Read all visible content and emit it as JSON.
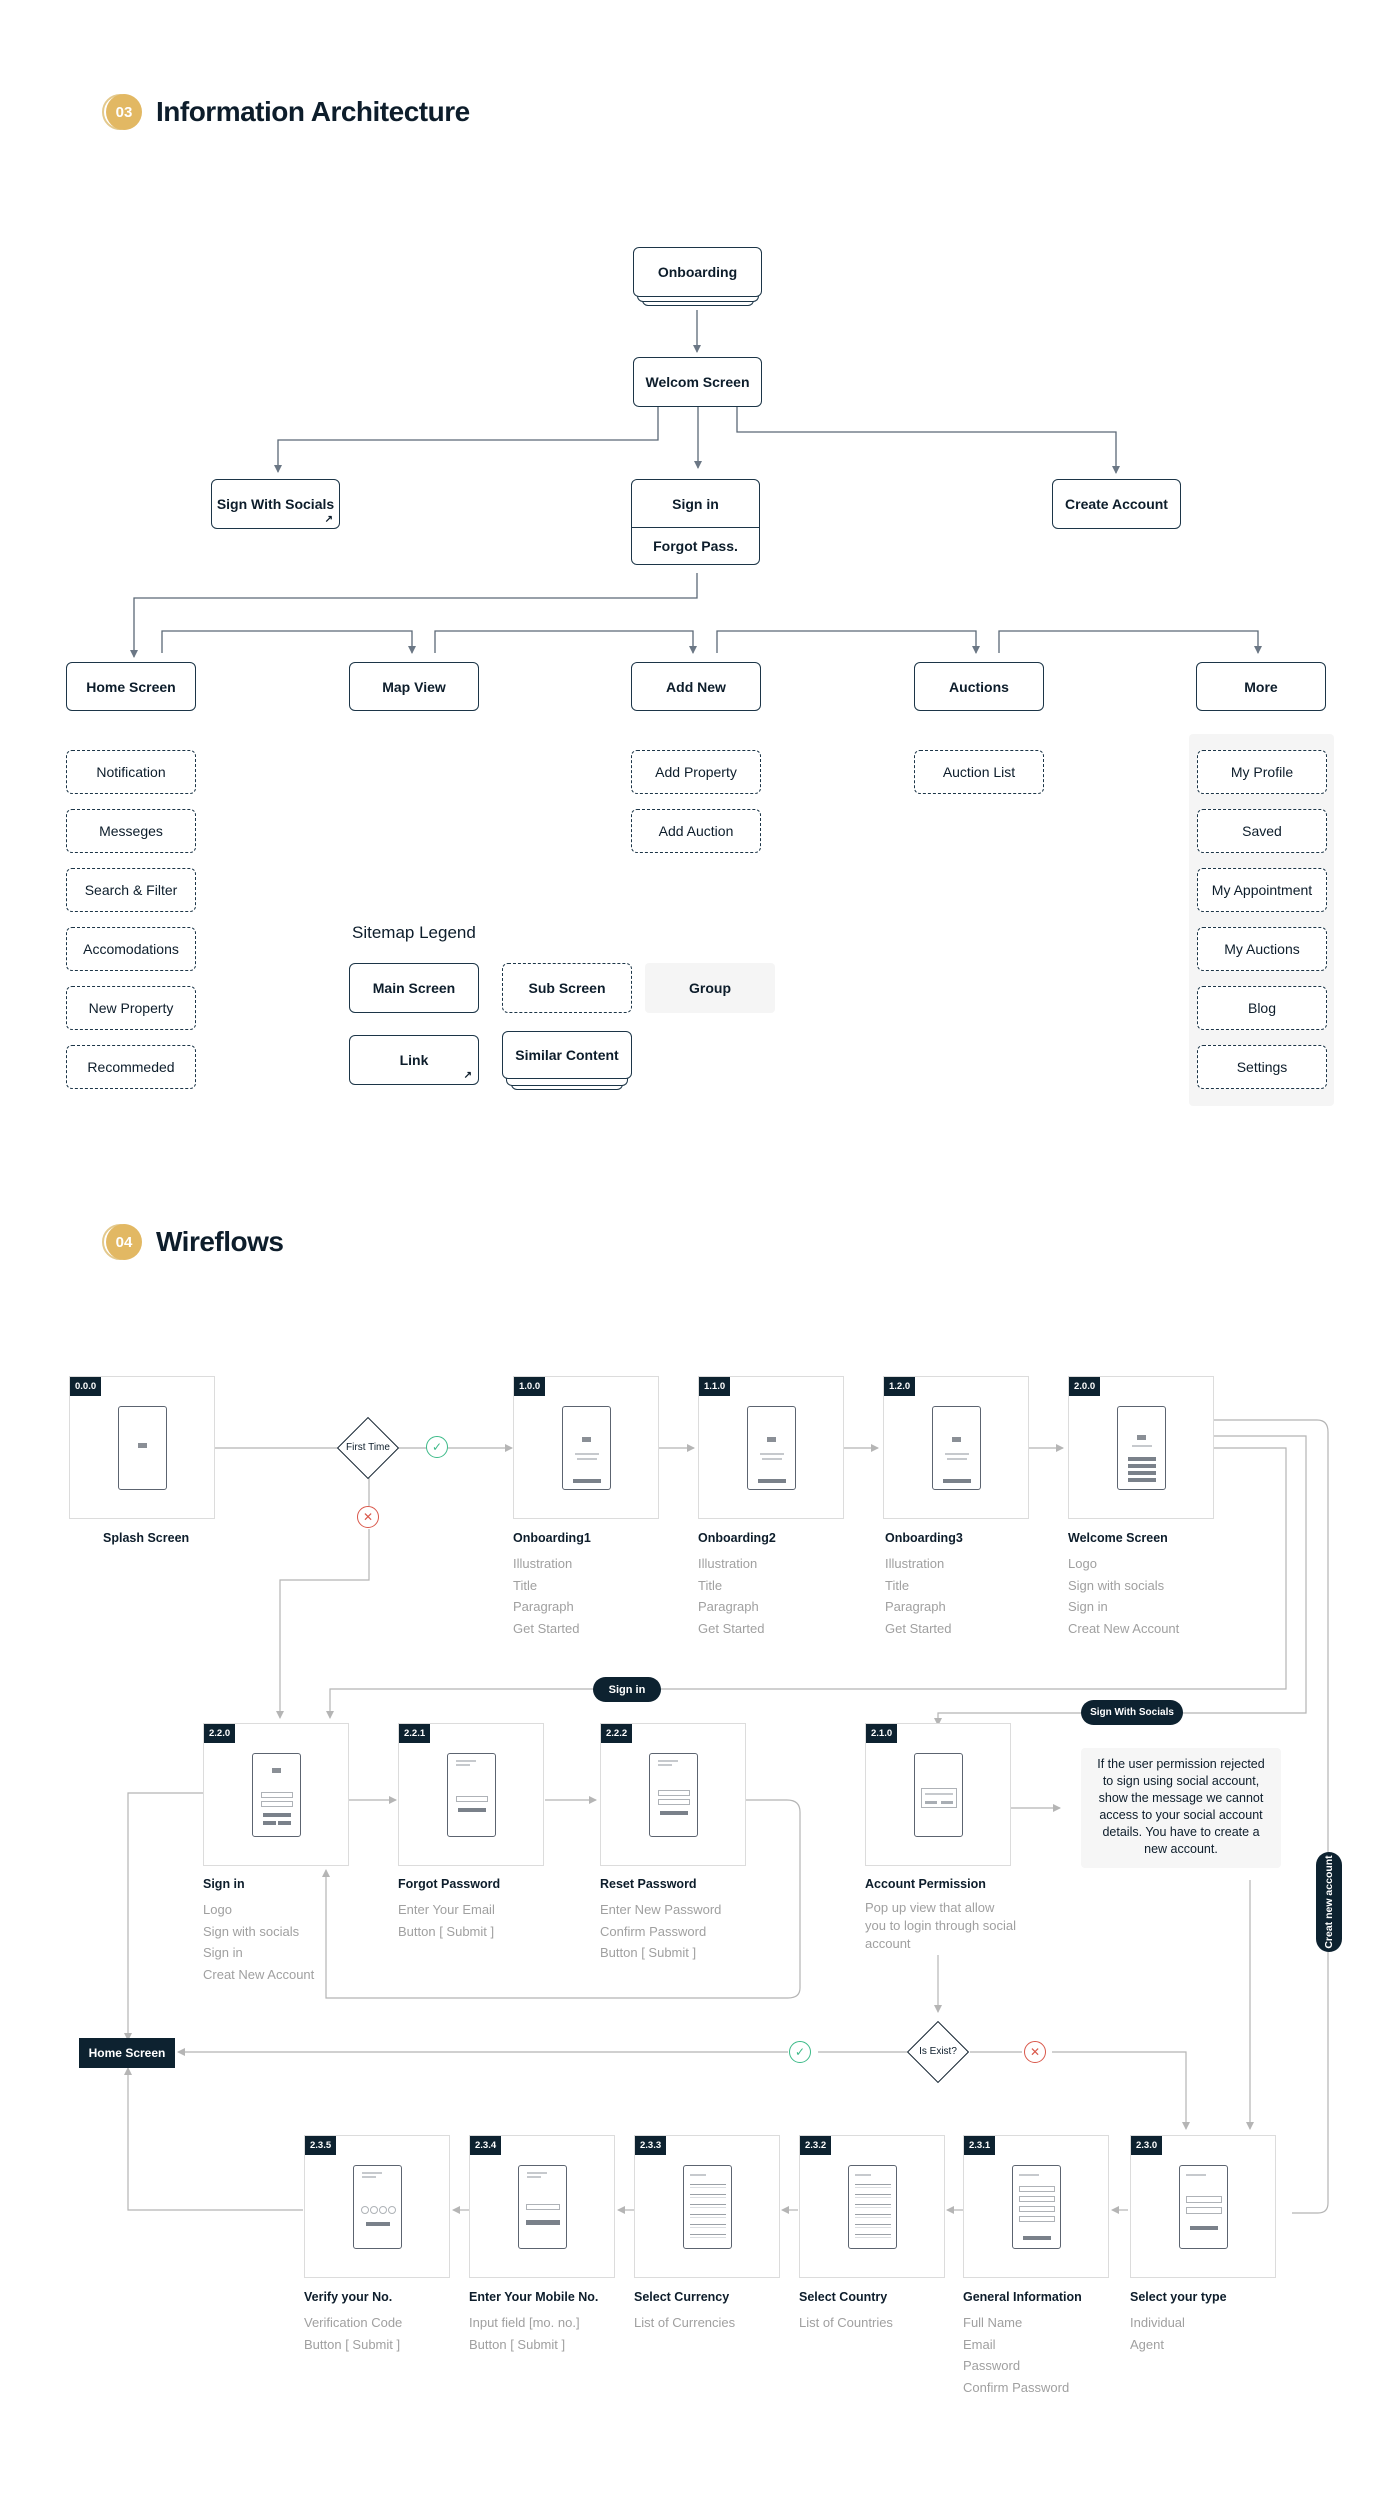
{
  "ia": {
    "number": "03",
    "title": "Information Architecture",
    "onboarding": "Onboarding",
    "welcome": "Welcom Screen",
    "sign_socials": "Sign With Socials",
    "sign_in": "Sign in",
    "forgot": "Forgot Pass.",
    "create": "Create Account",
    "home": "Home Screen",
    "map": "Map View",
    "addnew": "Add New",
    "auctions": "Auctions",
    "more": "More",
    "home_subs": [
      "Notification",
      "Messeges",
      "Search & Filter",
      "Accomodations",
      "New Property",
      "Recommeded"
    ],
    "addnew_subs": [
      "Add Property",
      "Add Auction"
    ],
    "auction_subs": [
      "Auction List"
    ],
    "more_subs": [
      "My Profile",
      "Saved",
      "My Appointment",
      "My Auctions",
      "Blog",
      "Settings"
    ],
    "legend": {
      "title": "Sitemap Legend",
      "main": "Main Screen",
      "sub": "Sub Screen",
      "group": "Group",
      "link": "Link",
      "similar": "Similar Content"
    },
    "link_icon": "↗"
  },
  "wf": {
    "number": "04",
    "title": "Wireflows",
    "first_time": "First Time",
    "is_exist": "Is Exist?",
    "check_icon": "✓",
    "cross_icon": "✕",
    "pill_signin": "Sign in",
    "pill_socials": "Sign With Socials",
    "pill_create": "Creat new account",
    "home": "Home Screen",
    "note": "If the user permission rejected to sign using social account, show the message we cannot access to your social account details. You have to create a new account.",
    "cards": [
      {
        "num": "0.0.0",
        "title": "Splash Screen",
        "items": []
      },
      {
        "num": "1.0.0",
        "title": "Onboarding1",
        "items": [
          "Illustration",
          "Title",
          "Paragraph",
          "Get Started"
        ]
      },
      {
        "num": "1.1.0",
        "title": "Onboarding2",
        "items": [
          "Illustration",
          "Title",
          "Paragraph",
          "Get Started"
        ]
      },
      {
        "num": "1.2.0",
        "title": "Onboarding3",
        "items": [
          "Illustration",
          "Title",
          "Paragraph",
          "Get Started"
        ]
      },
      {
        "num": "2.0.0",
        "title": "Welcome Screen",
        "items": [
          "Logo",
          "Sign with socials",
          "Sign in",
          "Creat New Account"
        ]
      },
      {
        "num": "2.2.0",
        "title": "Sign in",
        "items": [
          "Logo",
          "Sign with socials",
          "Sign in",
          "Creat New Account"
        ]
      },
      {
        "num": "2.2.1",
        "title": "Forgot Password",
        "items": [
          "Enter Your Email",
          "Button [ Submit ]"
        ]
      },
      {
        "num": "2.2.2",
        "title": "Reset Password",
        "items": [
          "Enter New Password",
          "Confirm Password",
          "Button [ Submit ]"
        ]
      },
      {
        "num": "2.1.0",
        "title": "Account Permission",
        "items": [
          "Pop up view that allow",
          "you to login through social",
          "account"
        ]
      },
      {
        "num": "2.3.5",
        "title": "Verify your No.",
        "items": [
          "Verification Code",
          "Button [ Submit ]"
        ]
      },
      {
        "num": "2.3.4",
        "title": "Enter Your Mobile No.",
        "items": [
          "Input field [mo. no.]",
          "Button [ Submit ]"
        ]
      },
      {
        "num": "2.3.3",
        "title": "Select Currency",
        "items": [
          "List of Currencies"
        ]
      },
      {
        "num": "2.3.2",
        "title": "Select Country",
        "items": [
          "List of Countries"
        ]
      },
      {
        "num": "2.3.1",
        "title": "General Information",
        "items": [
          "Full Name",
          "Email",
          "Password",
          "Confirm Password"
        ]
      },
      {
        "num": "2.3.0",
        "title": "Select your type",
        "items": [
          "Individual",
          "Agent"
        ]
      }
    ]
  }
}
